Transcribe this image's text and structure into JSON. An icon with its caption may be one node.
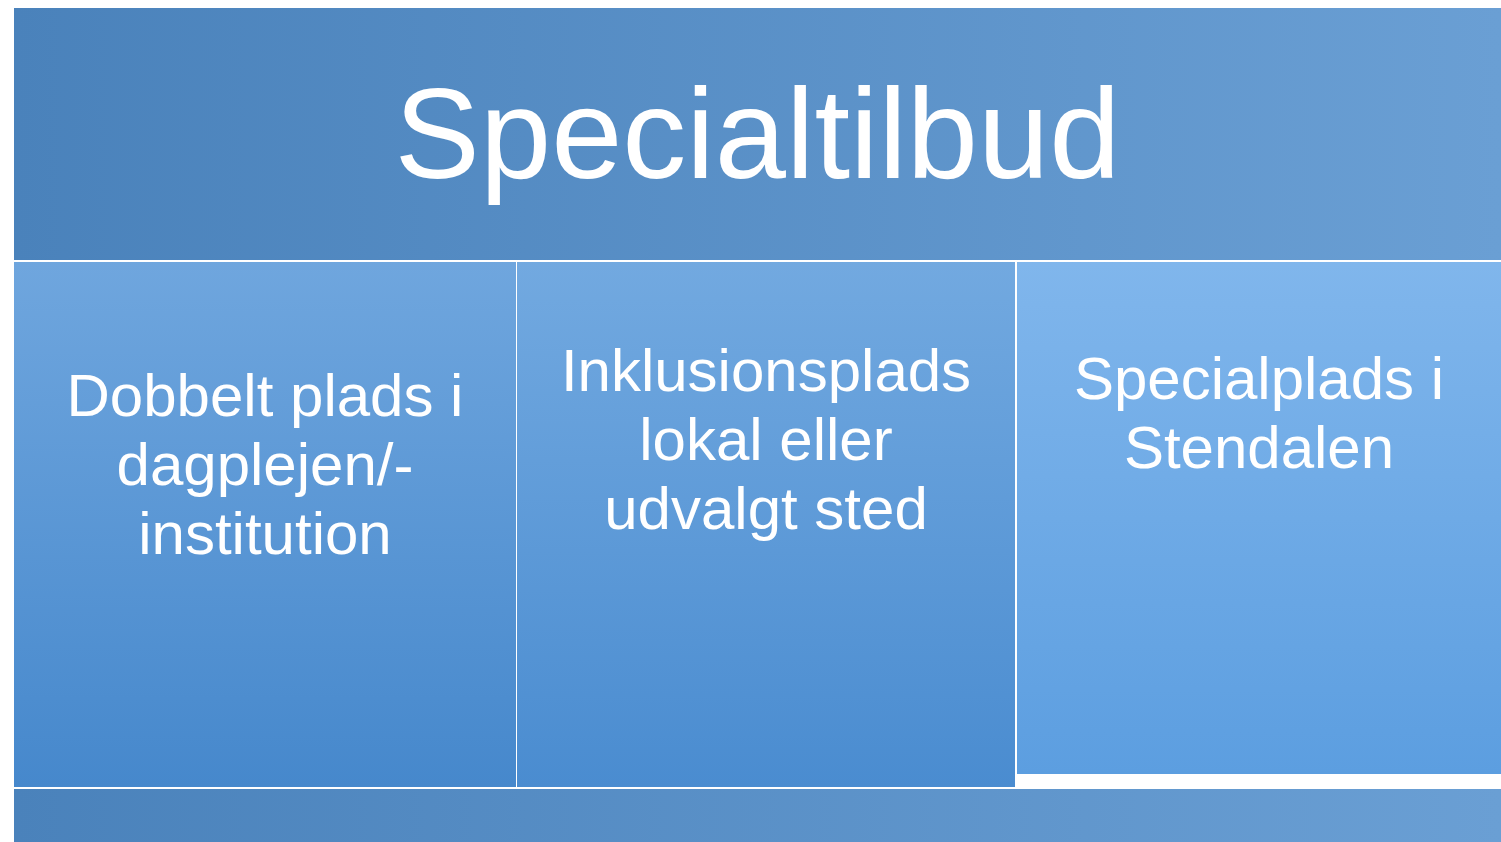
{
  "diagram": {
    "nodes": [
      {
        "text": [
          "Specialtilbud"
        ]
      },
      {
        "text": [
          "Dobbelt plads i dagplejen/-institution"
        ]
      },
      {
        "text": [
          "Inklusionsplads lokal eller udvalgt sted"
        ]
      },
      {
        "text": [
          "Specialplads i Stendalen"
        ]
      },
      {
        "text": [],
        "shape": "bar"
      }
    ],
    "edges": []
  }
}
